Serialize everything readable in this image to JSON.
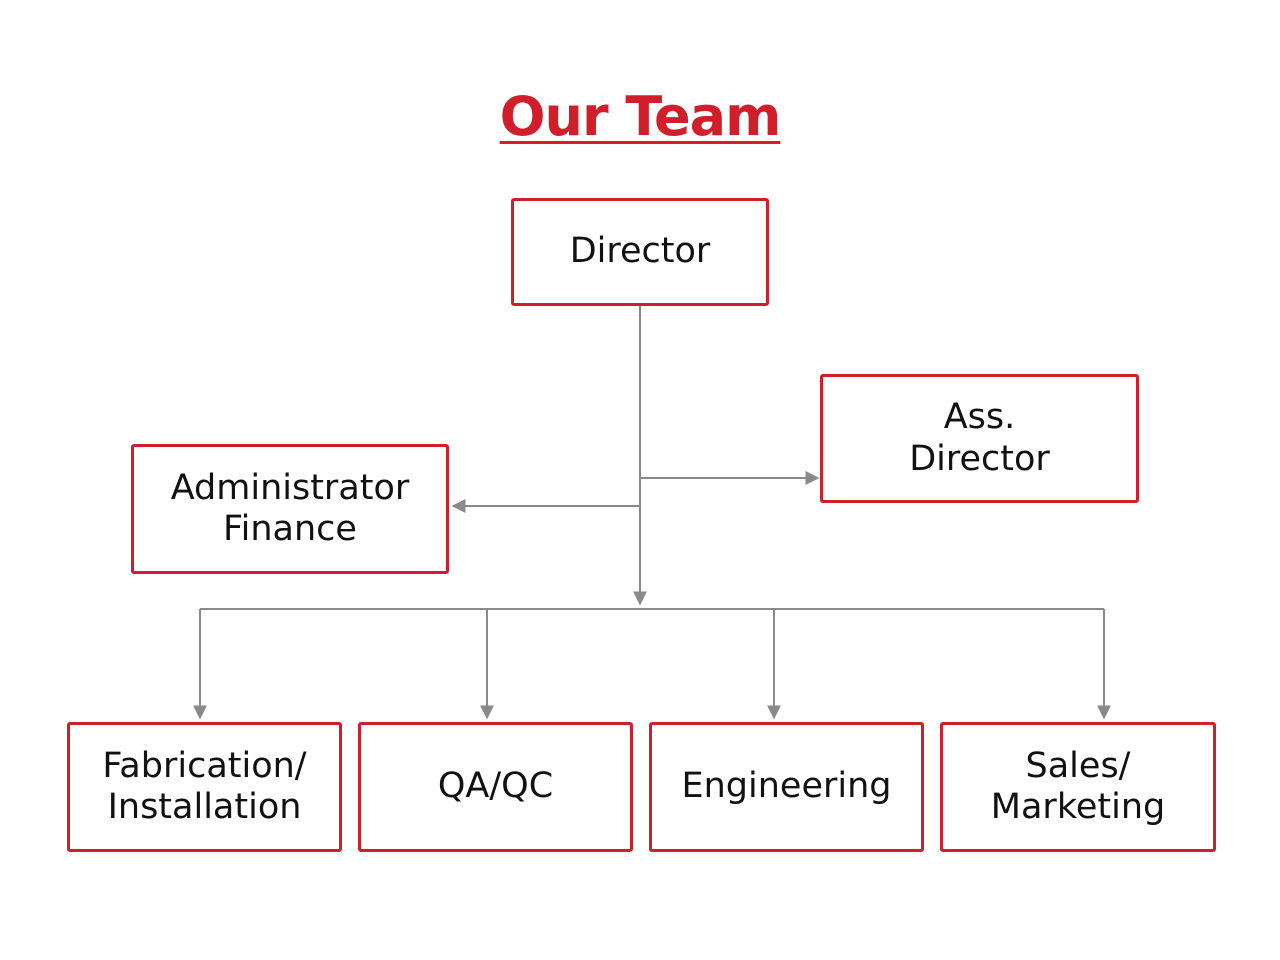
{
  "title": "Our Team",
  "colors": {
    "accent": "#d01e2a",
    "connector": "#8a8a8a",
    "text": "#111111"
  },
  "nodes": {
    "director": "Director",
    "assistant_director": "Ass.\nDirector",
    "administrator_finance": "Administrator\nFinance",
    "fabrication_installation": "Fabrication/\nInstallation",
    "qa_qc": "QA/QC",
    "engineering": "Engineering",
    "sales_marketing": "Sales/\nMarketing"
  },
  "edges": [
    {
      "from": "director",
      "to": "assistant_director"
    },
    {
      "from": "director",
      "to": "administrator_finance"
    },
    {
      "from": "director",
      "to": "fabrication_installation"
    },
    {
      "from": "director",
      "to": "qa_qc"
    },
    {
      "from": "director",
      "to": "engineering"
    },
    {
      "from": "director",
      "to": "sales_marketing"
    }
  ]
}
